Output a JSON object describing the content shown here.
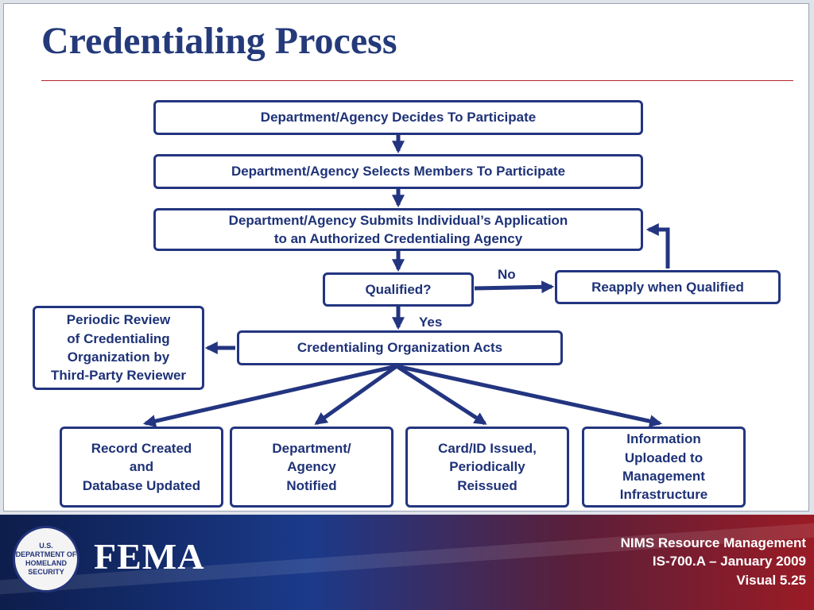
{
  "slide": {
    "title": "Credentialing Process"
  },
  "flow": {
    "decide": "Department/Agency Decides To Participate",
    "select": "Department/Agency Selects Members To Participate",
    "submit": "Department/Agency Submits Individual’s Application\nto an Authorized Credentialing Agency",
    "qualified": "Qualified?",
    "reapply": "Reapply when Qualified",
    "label_no": "No",
    "label_yes": "Yes",
    "acts": "Credentialing Organization Acts",
    "review": "Periodic Review\nof Credentialing\nOrganization by\nThird-Party Reviewer",
    "outcomes": [
      "Record Created\nand\nDatabase Updated",
      "Department/\nAgency\nNotified",
      "Card/ID Issued,\nPeriodically\nReissued",
      "Information\nUploaded to\nManagement\nInfrastructure"
    ]
  },
  "footer": {
    "seal_text": "U.S. DEPARTMENT OF HOMELAND SECURITY",
    "agency": "FEMA",
    "course_lines": [
      "NIMS Resource Management",
      "IS-700.A – January 2009",
      "Visual 5.25"
    ]
  },
  "colors": {
    "title": "#243a7a",
    "box_border": "#233580",
    "box_text": "#1e3277",
    "rule": "#b4262c"
  }
}
